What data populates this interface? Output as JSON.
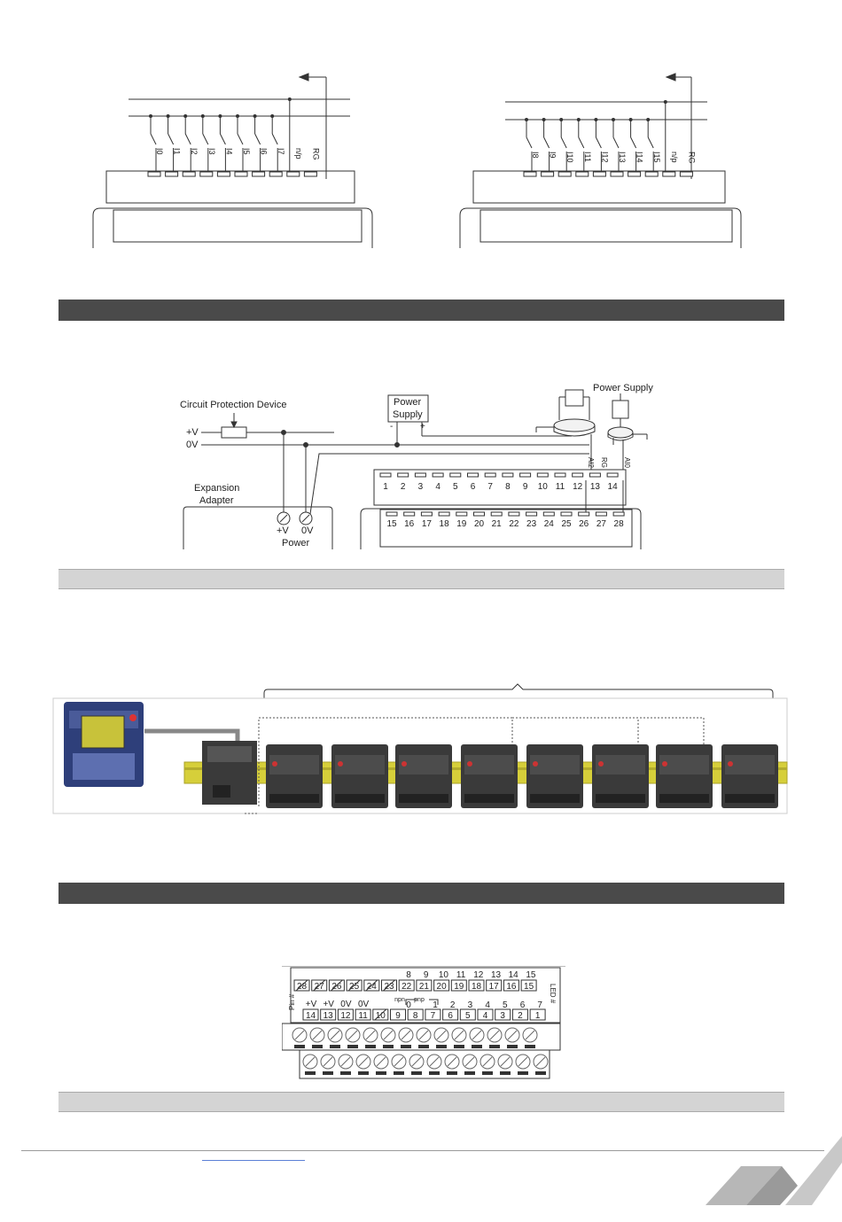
{
  "diagram1": {
    "left_terminal_labels": [
      "I0",
      "I1",
      "I2",
      "I3",
      "I4",
      "I5",
      "I6",
      "I7",
      "n/p",
      "RG"
    ],
    "right_terminal_labels": [
      "I8",
      "I9",
      "I10",
      "I11",
      "I12",
      "I13",
      "I14",
      "I15",
      "n/p",
      "RG"
    ]
  },
  "diagram2": {
    "circuit_protection_label": "Circuit Protection Device",
    "plus_v_label": "+V",
    "zero_v_label": "0V",
    "power_supply_box_line1": "Power",
    "power_supply_box_line2": "Supply",
    "power_supply_label": "Power Supply",
    "minus_sign": "-",
    "plus_sign": "+",
    "expansion_adapter_line1": "Expansion",
    "expansion_adapter_line2": "Adapter",
    "adapter_plus_v": "+V",
    "adapter_zero_v": "0V",
    "adapter_power": "Power",
    "top_row_numbers": [
      "1",
      "2",
      "3",
      "4",
      "5",
      "6",
      "7",
      "8",
      "9",
      "10",
      "11",
      "12",
      "13",
      "14"
    ],
    "bottom_row_numbers": [
      "15",
      "16",
      "17",
      "18",
      "19",
      "20",
      "21",
      "22",
      "23",
      "24",
      "25",
      "26",
      "27",
      "28"
    ],
    "signal_labels": [
      "AI2",
      "RG",
      "AI0"
    ]
  },
  "pinout": {
    "led_numbers_top": [
      "8",
      "9",
      "10",
      "11",
      "12",
      "13",
      "14",
      "15"
    ],
    "pins_top": [
      "28",
      "27",
      "26",
      "25",
      "24",
      "23",
      "22",
      "21",
      "20",
      "19",
      "18",
      "17",
      "16",
      "15"
    ],
    "pin_hash_label": "Pin #",
    "led_hash_label": "LED #",
    "power_labels": [
      "+V",
      "+V",
      "0V",
      "0V"
    ],
    "npn_label": "npn",
    "pnp_label": "pnp",
    "zero_label": "0",
    "led_numbers_bottom": [
      "1",
      "2",
      "3",
      "4",
      "5",
      "6",
      "7"
    ],
    "pins_bottom": [
      "14",
      "13",
      "12",
      "11",
      "10",
      "9",
      "8",
      "7",
      "6",
      "5",
      "4",
      "3",
      "2",
      "1"
    ]
  },
  "colors": {
    "section_bar": "#4a4a4a",
    "sub_bar": "#d4d4d4",
    "rail": "#d6cf3a",
    "module": "#3a3a3a",
    "link": "#5b7fd6"
  }
}
